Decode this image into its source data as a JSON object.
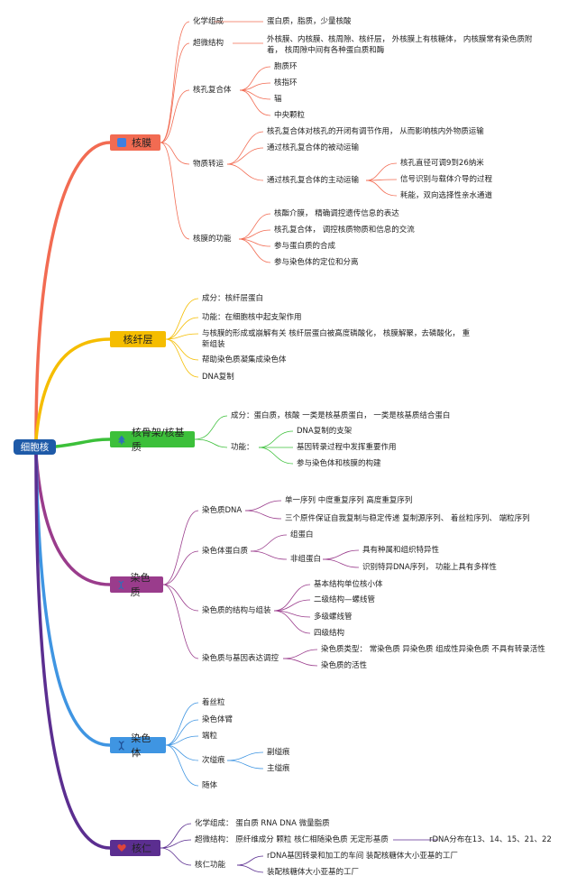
{
  "root": "细胞核",
  "colors": {
    "nuclear_envelope": "#f26b52",
    "nuclear_lamina": "#f5bd00",
    "nuclear_matrix": "#3cc03a",
    "chromatin": "#9a3c8c",
    "chromosome": "#3f95e2",
    "nucleolus": "#5b2e90"
  },
  "icons": {
    "nuclear_envelope": "blue-square-icon",
    "nuclear_lamina": "none",
    "nuclear_matrix": "tree-icon",
    "chromatin": "dna-icon",
    "chromosome": "dna-icon",
    "nucleolus": "heart-icon"
  },
  "b1": {
    "title": "核膜",
    "chem": "化学组成",
    "chem_v": "蛋白质，脂质，少量核酸",
    "ultra": "超微结构",
    "ultra_v1": "外核膜、内核膜、核周隙、核纤层， 外核膜上有核糖体， 内核膜常有染色质附",
    "ultra_v2": "着， 核周隙中间有各种蛋白质和酶",
    "npc": "核孔复合体",
    "npc_items": [
      "胞质环",
      "核指环",
      "辐",
      "中央颗粒"
    ],
    "trans": "物质转运",
    "trans_items": [
      "核孔复合体对核孔的开闭有调节作用， 从而影响核内外物质运输",
      "通过核孔复合体的被动运输",
      "通过核孔复合体的主动运输"
    ],
    "active_items": [
      "核孔直径可调9到26纳米",
      "信号识别与载体介导的过程",
      "耗能，双向选择性亲水通道"
    ],
    "func": "核膜的功能",
    "func_items": [
      "核酯介膜， 精确调控遗传信息的表达",
      "核孔复合体， 调控核质物质和信息的交流",
      "参与蛋白质的合成",
      "参与染色体的定位和分离"
    ]
  },
  "b2": {
    "title": "核纤层",
    "items": [
      "成分：核纤层蛋白",
      "功能：在细胞核中起支架作用",
      "与核膜的形成或崩解有关 核纤层蛋白被高度磷酸化， 核膜解聚，去磷酸化， 重",
      "新组装",
      "帮助染色质凝集成染色体",
      "DNA复制"
    ]
  },
  "b3": {
    "title": "核骨架/核基质",
    "comp": "成分：蛋白质，核酸 一类是核基质蛋白， 一类是核基质结合蛋白",
    "func": "功能：",
    "func_items": [
      "DNA复制的支架",
      "基因转录过程中发挥重要作用",
      "参与染色体和核膜的构建"
    ]
  },
  "b4": {
    "title": "染色质",
    "dna": "染色质DNA",
    "dna_items": [
      "单一序列 中度重复序列 高度重复序列",
      "三个原件保证自我复制与稳定传递 复制源序列、 着丝粒序列、 端粒序列"
    ],
    "prot": "染色体蛋白质",
    "histone": "组蛋白",
    "nonhistone": "非组蛋白",
    "nonhistone_items": [
      "具有种属和组织特异性",
      "识别特异DNA序列， 功能上具有多样性"
    ],
    "struct": "染色质的结构与组装",
    "struct_items": [
      "基本结构单位核小体",
      "二级结构—螺线管",
      "多级螺线管",
      "四级结构"
    ],
    "reg": "染色质与基因表达调控",
    "reg_items": [
      "染色质类型： 常染色质 异染色质 组成性异染色质 不具有转录活性",
      "染色质的活性"
    ]
  },
  "b5": {
    "title": "染色体",
    "items": [
      "着丝粒",
      "染色体臂",
      "端粒",
      "次缢痕",
      "随体"
    ],
    "sub": [
      "副缢痕",
      "主缢痕"
    ]
  },
  "b6": {
    "title": "核仁",
    "chem": "化学组成：  蛋白质 RNA DNA 微量脂质",
    "ultra": "超微结构：  原纤维成分 颗粒 核仁相随染色质 无定形基质",
    "rdna": "rDNA分布在13、14、15、21、22",
    "func": "核仁功能",
    "func_items": [
      "rDNA基因转录和加工的车间 装配核糖体大小亚基的工厂",
      "装配核糖体大小亚基的工厂"
    ]
  }
}
